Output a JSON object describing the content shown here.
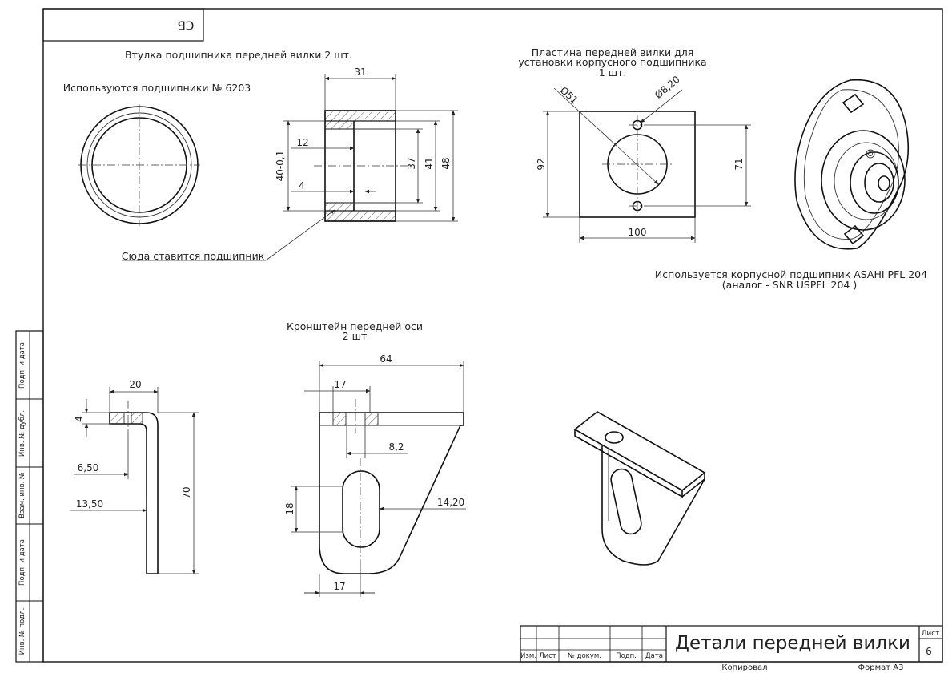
{
  "corner_stamp": "СБ",
  "side_strip": [
    "Подп. и дата",
    "Инв. № дубл.",
    "Взам. инв. №",
    "Подп. и дата",
    "Инв. № подл."
  ],
  "bushing": {
    "title": "Втулка подшипника передней вилки 2 шт.",
    "note": "Используются подшипники № 6203",
    "pointer_label": "Сюда ставится подшипник",
    "dims": {
      "length": "31",
      "tol": "40-0,1",
      "d12": "12",
      "d4": "4",
      "d37": "37",
      "d41": "41",
      "d48": "48"
    }
  },
  "plate": {
    "title_line1": "Пластина передней вилки для",
    "title_line2": "установки корпусного подшипника",
    "title_line3": "1 шт.",
    "dims": {
      "hole": "Ø51",
      "bolt": "Ø8,20",
      "h92": "92",
      "h71": "71",
      "w100": "100"
    },
    "note_line1": "Используется корпусной подшипник ASAHI PFL 204",
    "note_line2": "(аналог - SNR  USPFL 204 )"
  },
  "bracket": {
    "title_line1": "Кронштейн передней оси",
    "title_line2": "2 шт",
    "side_dims": {
      "w20": "20",
      "t4": "4",
      "d650": "6,50",
      "d1350": "13,50",
      "h70": "70"
    },
    "front_dims": {
      "w64": "64",
      "w17top": "17",
      "d82": "8,2",
      "h18": "18",
      "d1420": "14,20",
      "w17bot": "17"
    }
  },
  "title_block": {
    "title": "Детали передней вилки",
    "cols": [
      "Изм.",
      "Лист",
      "№ докум.",
      "Подп.",
      "Дата"
    ],
    "sheet_label": "Лист",
    "sheet_no": "6",
    "copied": "Копировал",
    "format": "Формат А3"
  }
}
